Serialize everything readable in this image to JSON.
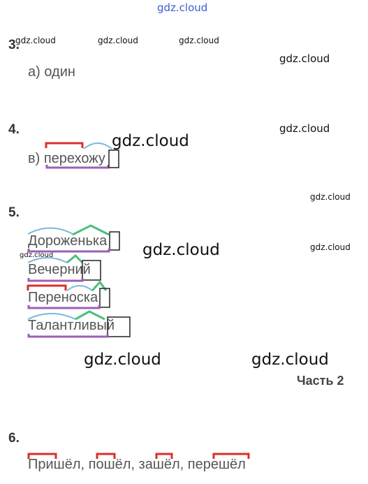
{
  "watermarks": {
    "top": "gdz.cloud",
    "w1": "gdz.cloud",
    "w2": "gdz.cloud",
    "w3": "gdz.cloud",
    "w4": "gdz.cloud",
    "w5": "gdz.cloud",
    "w6": "gdz.cloud",
    "w7": "gdz.cloud",
    "w8": "gdz.cloud",
    "w9": "gdz.cloud",
    "w10": "gdz.cloud",
    "w11": "gdz.cloud",
    "w12": "gdz.cloud"
  },
  "task3": {
    "number": "3.",
    "answer": "а) один"
  },
  "task4": {
    "number": "4.",
    "answer": "в) перехожу"
  },
  "task5": {
    "number": "5.",
    "words": [
      "Дороженька",
      "Вечерний",
      "Переноска",
      "Талантливый"
    ]
  },
  "part_label": "Часть 2",
  "task6": {
    "number": "6.",
    "answer": "Пришёл, пошёл, зашёл, перешёл"
  },
  "colors": {
    "prefix": "#d9302b",
    "root": "#79b9d8",
    "suffix": "#49c07a",
    "stem": "#9b5fb5",
    "ending": "#222222"
  }
}
